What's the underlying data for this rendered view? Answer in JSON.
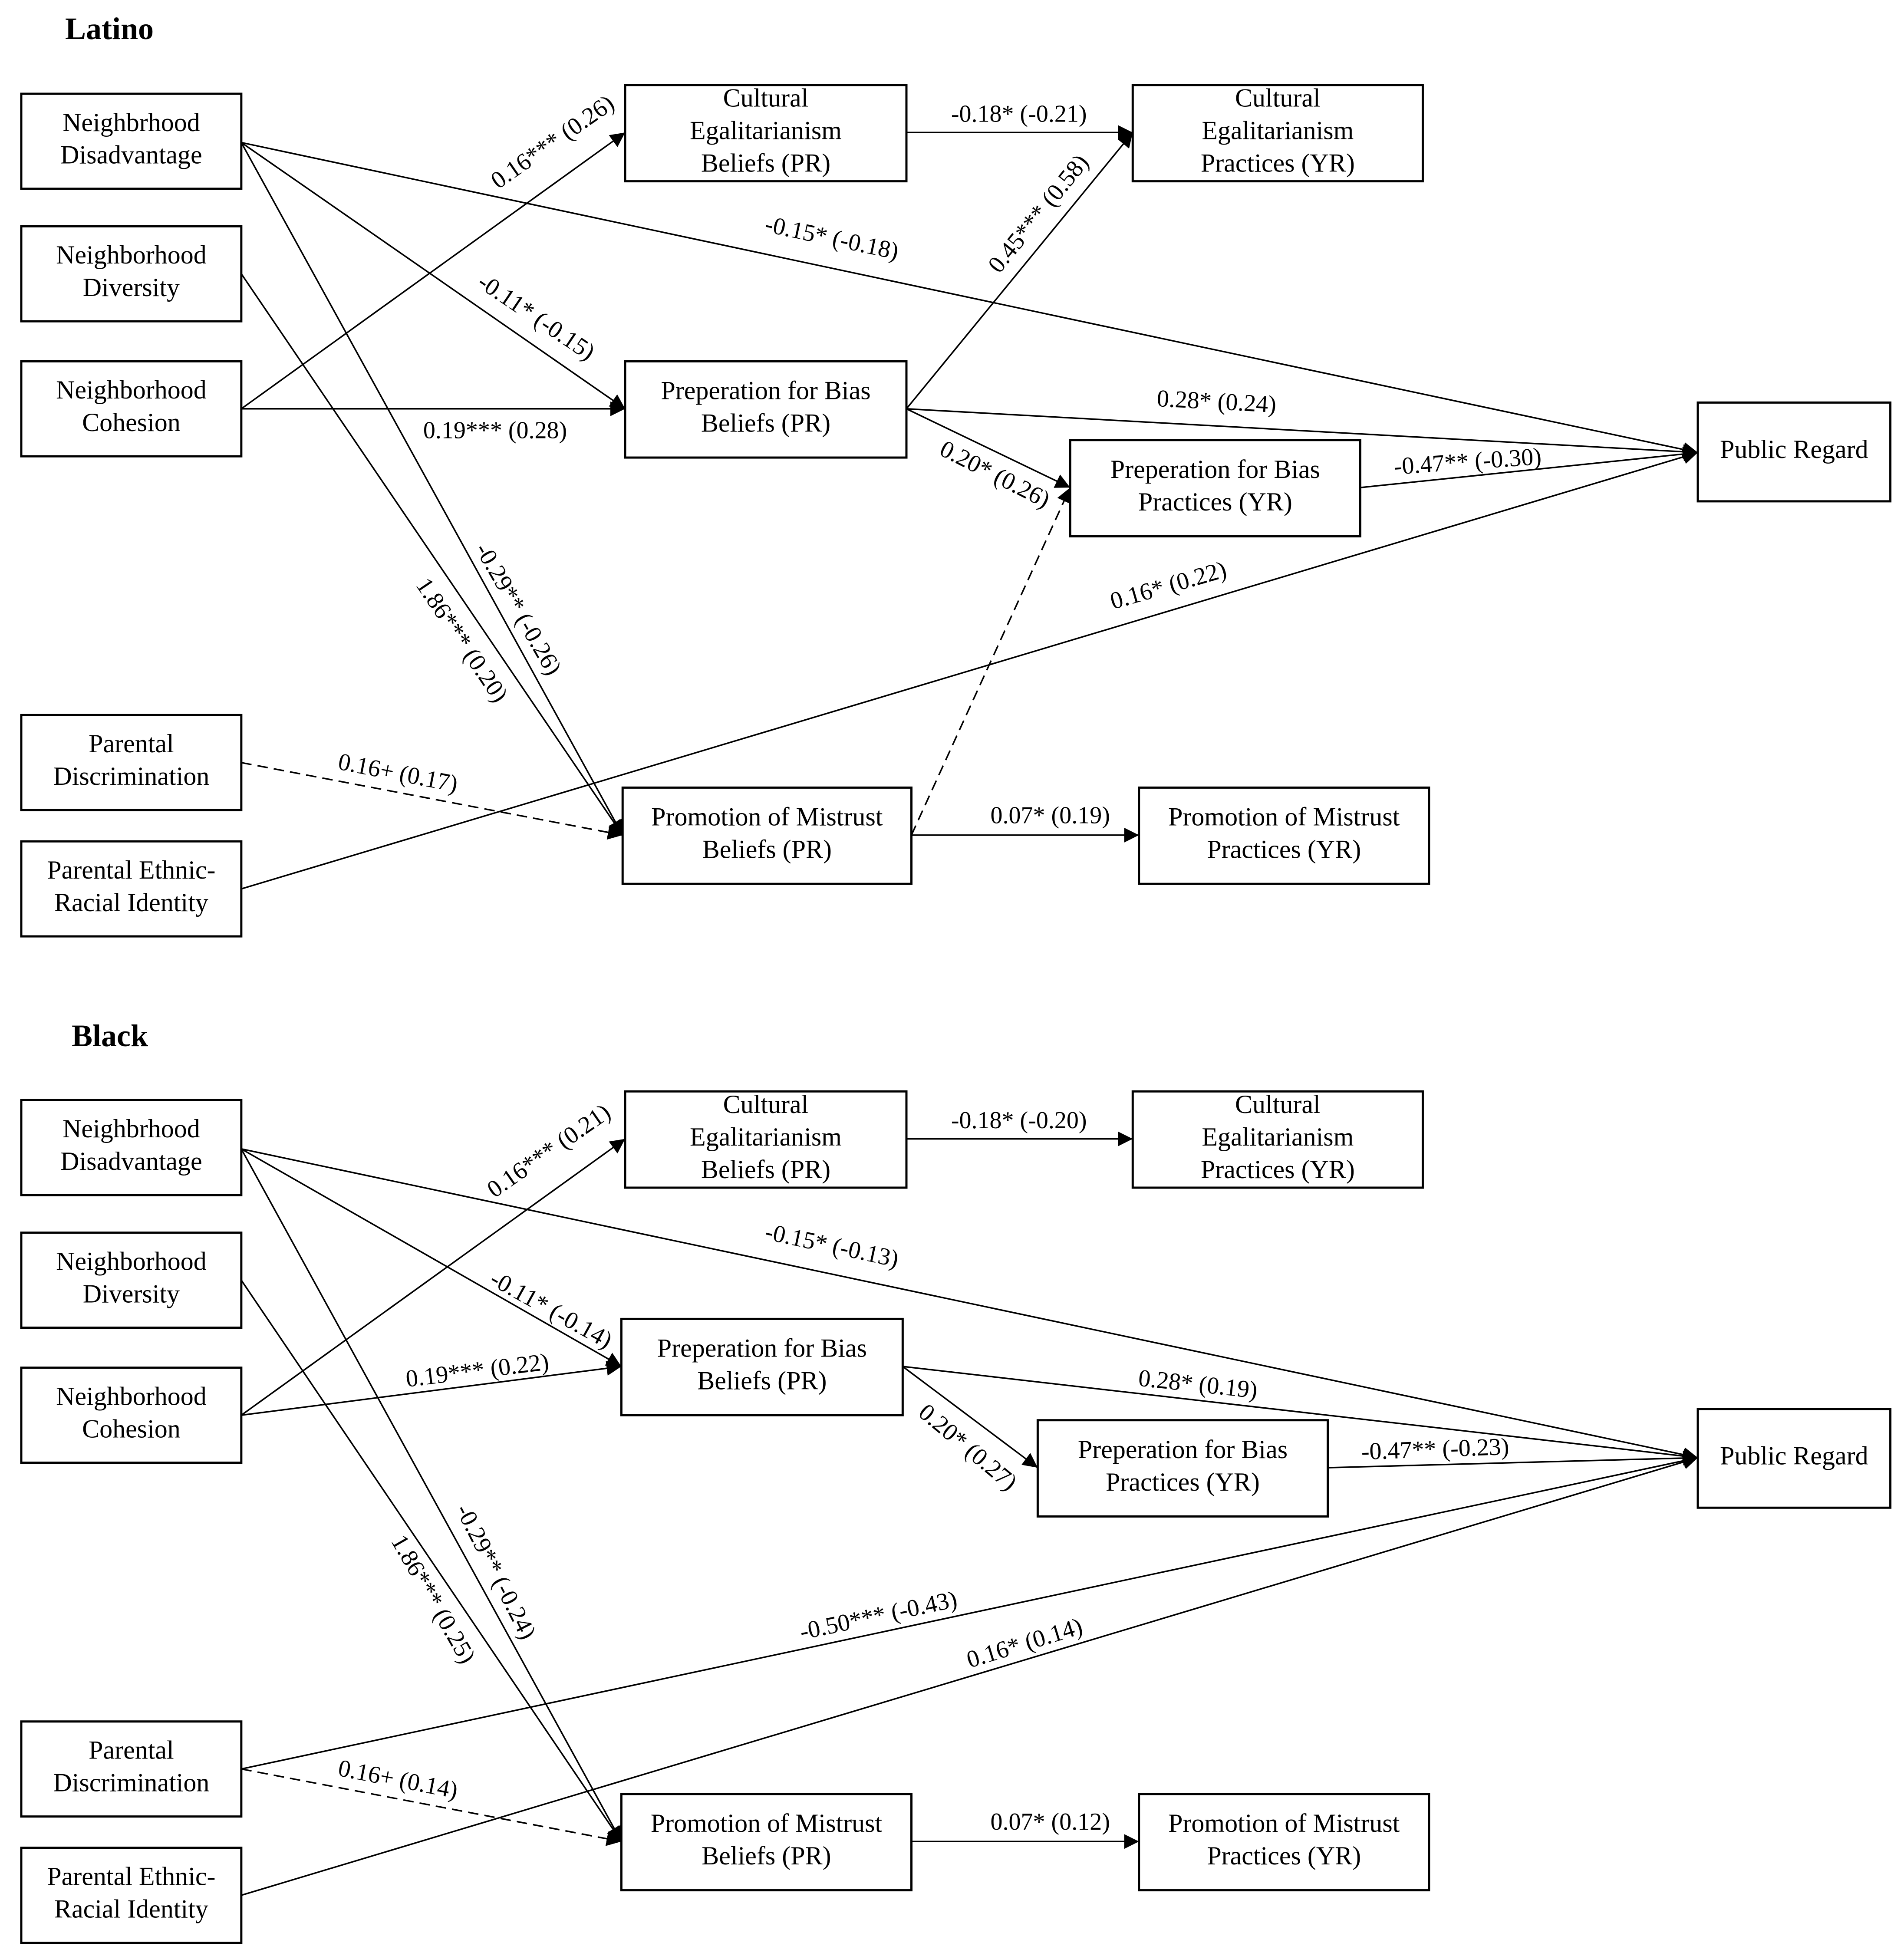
{
  "panels": [
    {
      "title": "Latino",
      "nodes": {
        "nd": {
          "lines": [
            "Neighbrhood",
            "Disadvantage"
          ]
        },
        "ndiv": {
          "lines": [
            "Neighborhood",
            "Diversity"
          ]
        },
        "nc": {
          "lines": [
            "Neighborhood",
            "Cohesion"
          ]
        },
        "pd": {
          "lines": [
            "Parental",
            "Discrimination"
          ]
        },
        "peri": {
          "lines": [
            "Parental Ethnic-",
            "Racial Identity"
          ]
        },
        "ceb": {
          "lines": [
            "Cultural",
            "Egalitarianism",
            "Beliefs  (PR)"
          ]
        },
        "pbb": {
          "lines": [
            "Preperation for Bias",
            "Beliefs (PR)"
          ]
        },
        "pmb": {
          "lines": [
            "Promotion of Mistrust",
            "Beliefs (PR)"
          ]
        },
        "cep": {
          "lines": [
            "Cultural",
            "Egalitarianism",
            "Practices (YR)"
          ]
        },
        "pbp": {
          "lines": [
            "Preperation for Bias",
            "Practices (YR)"
          ]
        },
        "pmp": {
          "lines": [
            "Promotion of Mistrust",
            "Practices (YR)"
          ]
        },
        "pr": {
          "lines": [
            "Public Regard"
          ]
        }
      },
      "edges": [
        {
          "from": "nc",
          "to": "ceb",
          "label": "0.16*** (0.26)",
          "dashed": false
        },
        {
          "from": "nd",
          "to": "pbb",
          "label": "-0.11* (-0.15)",
          "dashed": false
        },
        {
          "from": "nc",
          "to": "pbb",
          "label": "0.19*** (0.28)",
          "dashed": false
        },
        {
          "from": "nd",
          "to": "pr",
          "label": "-0.15* (-0.18)",
          "dashed": false
        },
        {
          "from": "nd",
          "to": "pmb",
          "label": "-0.29** (-0.26)",
          "dashed": false
        },
        {
          "from": "ndiv",
          "to": "pmb",
          "label": "1.86*** (0.20)",
          "dashed": false
        },
        {
          "from": "pd",
          "to": "pmb",
          "label": "0.16+ (0.17)",
          "dashed": true
        },
        {
          "from": "peri",
          "to": "pr",
          "label": "0.16* (0.22)",
          "dashed": false
        },
        {
          "from": "ceb",
          "to": "cep",
          "label": "-0.18* (-0.21)",
          "dashed": false
        },
        {
          "from": "pbb",
          "to": "cep",
          "label": "0.45*** (0.58)",
          "dashed": false
        },
        {
          "from": "pbb",
          "to": "pr",
          "label": "0.28* (0.24)",
          "dashed": false
        },
        {
          "from": "pbb",
          "to": "pbp",
          "label": "0.20* (0.26)",
          "dashed": false
        },
        {
          "from": "pmb",
          "to": "pbp",
          "label": "",
          "dashed": true
        },
        {
          "from": "pbp",
          "to": "pr",
          "label": "-0.47** (-0.30)",
          "dashed": false
        },
        {
          "from": "pmb",
          "to": "pmp",
          "label": "0.07* (0.19)",
          "dashed": false
        }
      ]
    },
    {
      "title": "Black",
      "nodes": {
        "nd": {
          "lines": [
            "Neighbrhood",
            "Disadvantage"
          ]
        },
        "ndiv": {
          "lines": [
            "Neighborhood",
            "Diversity"
          ]
        },
        "nc": {
          "lines": [
            "Neighborhood",
            "Cohesion"
          ]
        },
        "pd": {
          "lines": [
            "Parental",
            "Discrimination"
          ]
        },
        "peri": {
          "lines": [
            "Parental Ethnic-",
            "Racial Identity"
          ]
        },
        "ceb": {
          "lines": [
            "Cultural",
            "Egalitarianism",
            "Beliefs  (PR)"
          ]
        },
        "pbb": {
          "lines": [
            "Preperation for Bias",
            "Beliefs (PR)"
          ]
        },
        "pmb": {
          "lines": [
            "Promotion of Mistrust",
            "Beliefs (PR)"
          ]
        },
        "cep": {
          "lines": [
            "Cultural",
            "Egalitarianism",
            "Practices (YR)"
          ]
        },
        "pbp": {
          "lines": [
            "Preperation for Bias",
            "Practices (YR)"
          ]
        },
        "pmp": {
          "lines": [
            "Promotion of Mistrust",
            "Practices (YR)"
          ]
        },
        "pr": {
          "lines": [
            "Public Regard"
          ]
        }
      },
      "edges": [
        {
          "from": "nc",
          "to": "ceb",
          "label": "0.16*** (0.21)",
          "dashed": false
        },
        {
          "from": "nd",
          "to": "pbb",
          "label": "-0.11* (-0.14)",
          "dashed": false
        },
        {
          "from": "nc",
          "to": "pbb",
          "label": "0.19*** (0.22)",
          "dashed": false
        },
        {
          "from": "nd",
          "to": "pr",
          "label": "-0.15* (-0.13)",
          "dashed": false
        },
        {
          "from": "nd",
          "to": "pmb",
          "label": "-0.29** (-0.24)",
          "dashed": false
        },
        {
          "from": "ndiv",
          "to": "pmb",
          "label": "1.86*** (0.25)",
          "dashed": false
        },
        {
          "from": "pd",
          "to": "pr",
          "label": "-0.50*** (-0.43)",
          "dashed": false
        },
        {
          "from": "pd",
          "to": "pmb",
          "label": "0.16+ (0.14)",
          "dashed": true
        },
        {
          "from": "peri",
          "to": "pr",
          "label": "0.16* (0.14)",
          "dashed": false
        },
        {
          "from": "ceb",
          "to": "cep",
          "label": "-0.18* (-0.20)",
          "dashed": false
        },
        {
          "from": "pbb",
          "to": "pr",
          "label": "0.28* (0.19)",
          "dashed": false
        },
        {
          "from": "pbb",
          "to": "pbp",
          "label": "0.20* (0.27)",
          "dashed": false
        },
        {
          "from": "pbp",
          "to": "pr",
          "label": "-0.47** (-0.23)",
          "dashed": false
        },
        {
          "from": "pmb",
          "to": "pmp",
          "label": "0.07* (0.12)",
          "dashed": false
        }
      ]
    }
  ]
}
